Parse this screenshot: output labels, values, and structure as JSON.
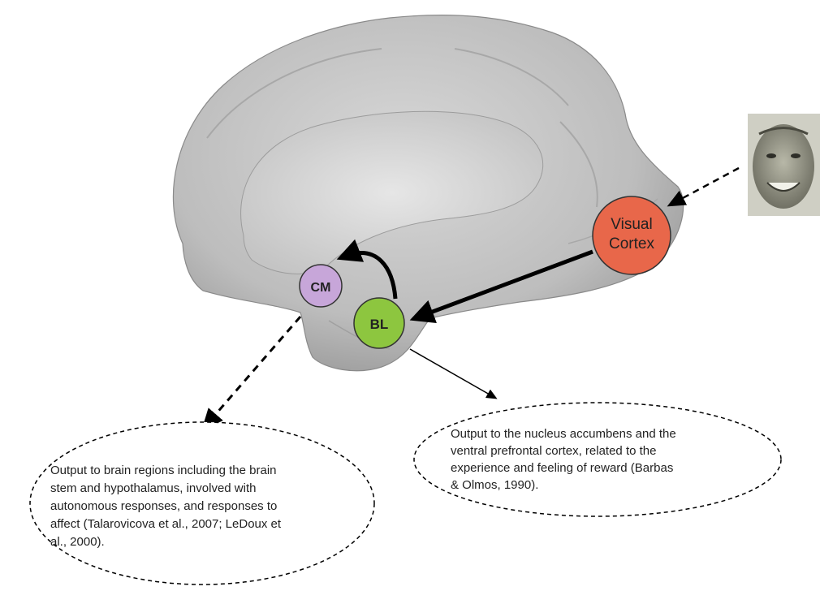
{
  "nodes": {
    "visual_cortex": {
      "lines": [
        "Visual",
        "Cortex"
      ],
      "color": "#e8674a"
    },
    "cm": {
      "label": "CM",
      "color": "#c7a6d9"
    },
    "bl": {
      "label": "BL",
      "color": "#8dc63f"
    }
  },
  "notes": {
    "left": [
      "Output to brain regions including the brain",
      "stem and hypothalamus, involved with",
      "autonomous responses, and responses to",
      "affect (Talarovicova et al., 2007; LeDoux et",
      "al., 2000)."
    ],
    "right": [
      "Output to the nucleus accumbens and the",
      "ventral prefrontal cortex, related to the",
      "experience and feeling of reward (Barbas",
      "& Olmos, 1990)."
    ]
  },
  "icons": {
    "brain": "brain-medial-view-icon",
    "face": "smiling-face-photo-icon"
  }
}
